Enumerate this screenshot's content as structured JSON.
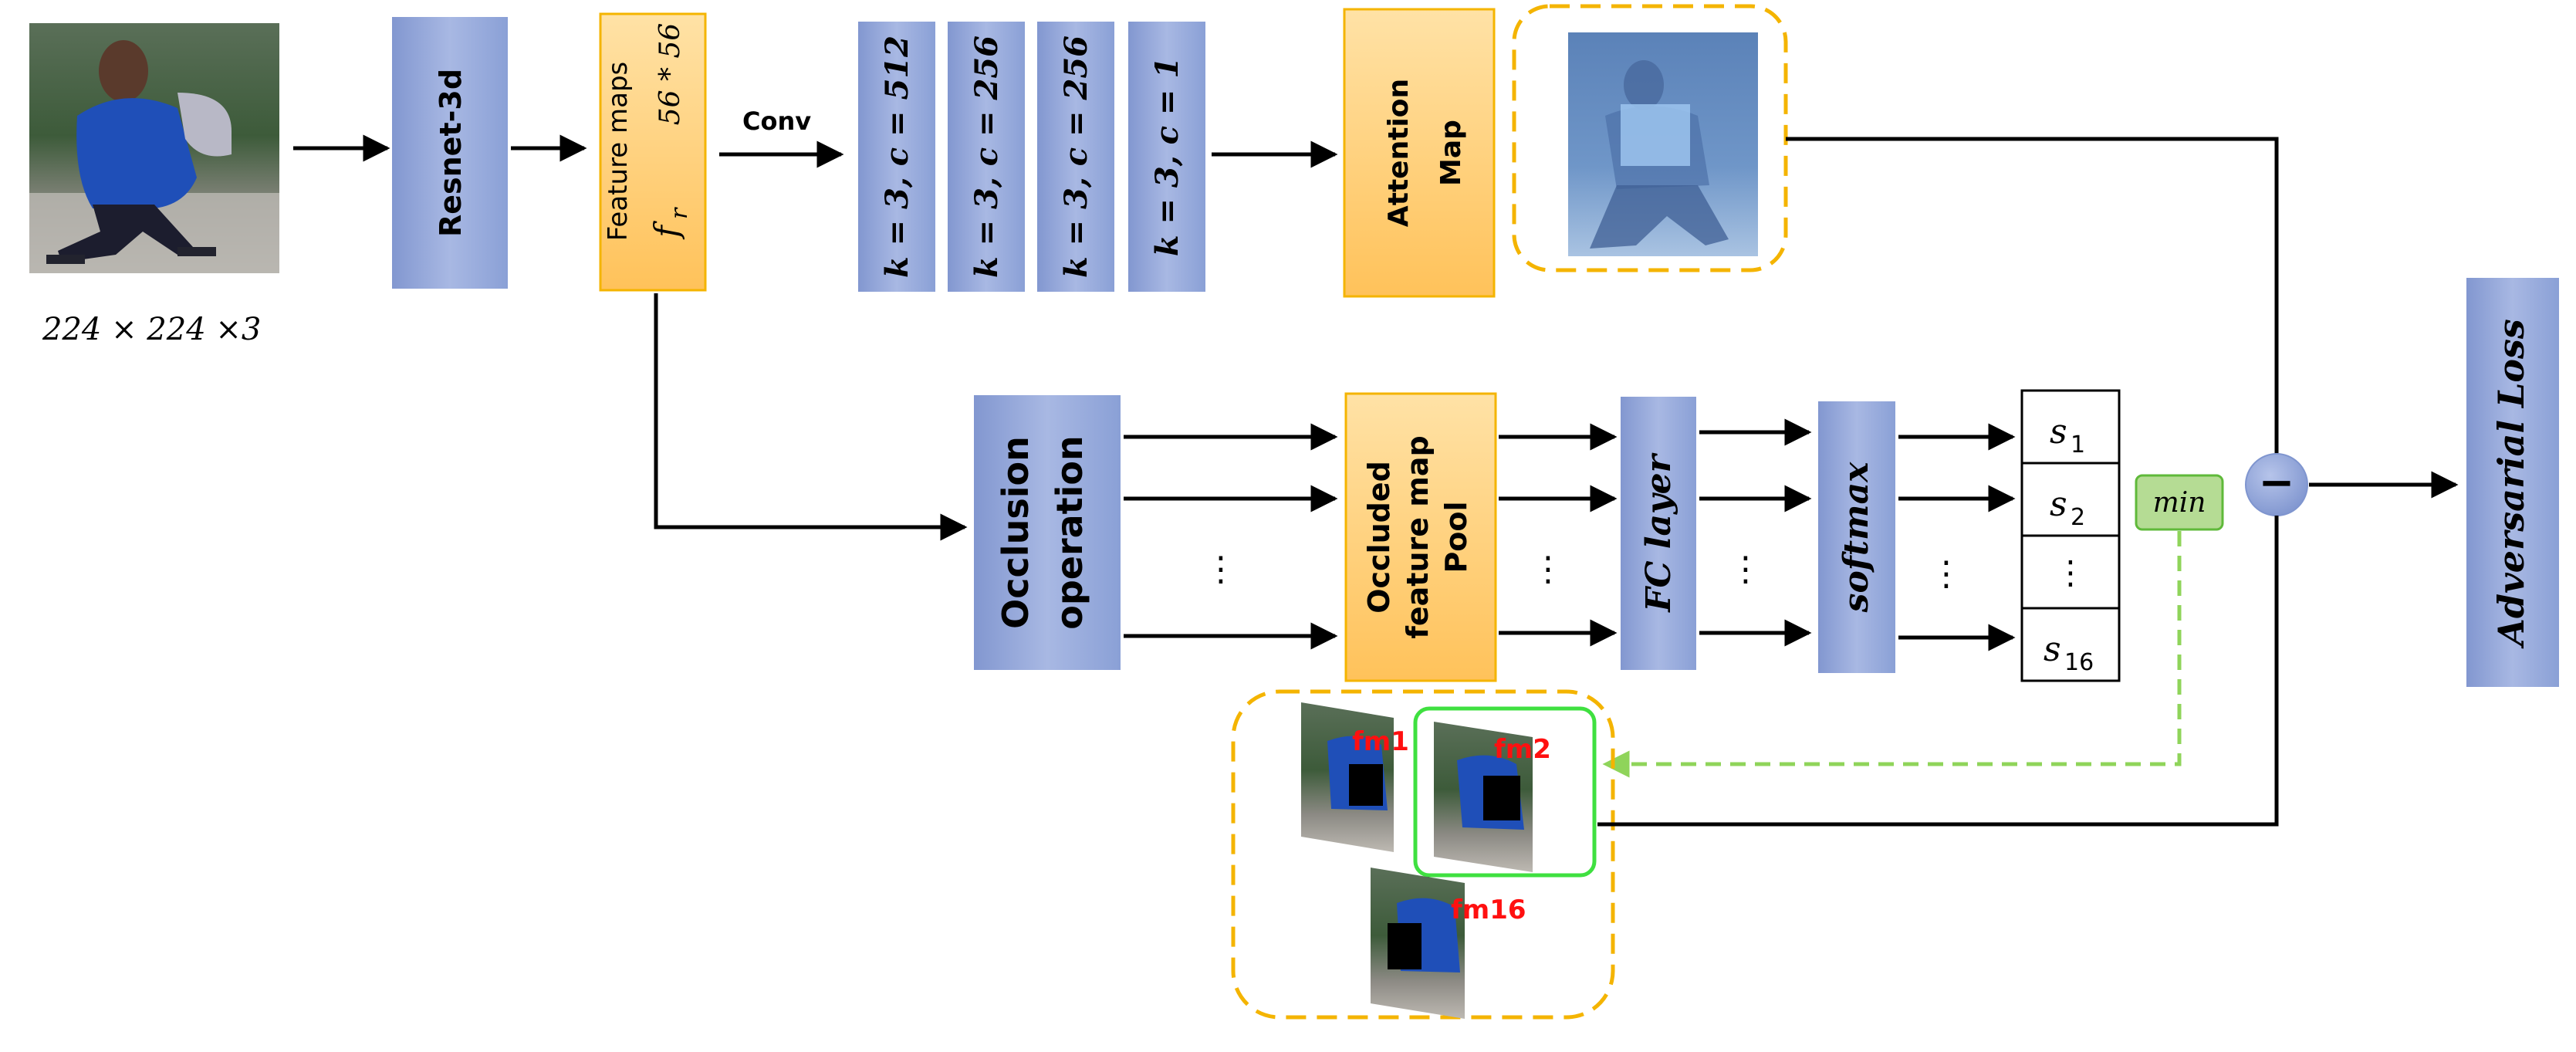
{
  "input": {
    "size_label": "224 × 224 ×3"
  },
  "backbone": {
    "label": "Resnet-3d"
  },
  "feature_maps": {
    "line1": "Feature maps",
    "line2": "56 * 56",
    "symbol": "f",
    "symbol_sub": "r"
  },
  "conv_label": "Conv",
  "conv_layers": [
    "k = 3, c = 512",
    "k = 3, c = 256",
    "k = 3, c = 256",
    "k = 3, c = 1"
  ],
  "attention_map": {
    "line1": "Attention",
    "line2": "Map"
  },
  "occlusion": {
    "line1": "Occlusion",
    "line2": "operation"
  },
  "occluded_pool": {
    "line1": "Occluded",
    "line2": "feature map",
    "line3": "Pool"
  },
  "fc_layer": "FC layer",
  "softmax": "softmax",
  "scores": [
    {
      "sym": "s",
      "sub": "1"
    },
    {
      "sym": "s",
      "sub": "2"
    },
    {
      "sym": "⋮",
      "sub": ""
    },
    {
      "sym": "s",
      "sub": "16"
    }
  ],
  "min_label": "min",
  "minus_symbol": "−",
  "loss_label": "Adversarial Loss",
  "ellipsis": "⋮",
  "occluded_maps": [
    "fm1",
    "fm2",
    "fm16"
  ],
  "colors": {
    "blue_block": "#8ea2d6",
    "orange_block": "#ffcf7a",
    "orange_border": "#f4b400",
    "green_fill": "#b5dc94",
    "green_border": "#5fb93a",
    "highlight_green": "#3fe040",
    "fm_label": "#ff1010",
    "dash_green": "#8fd45a"
  }
}
